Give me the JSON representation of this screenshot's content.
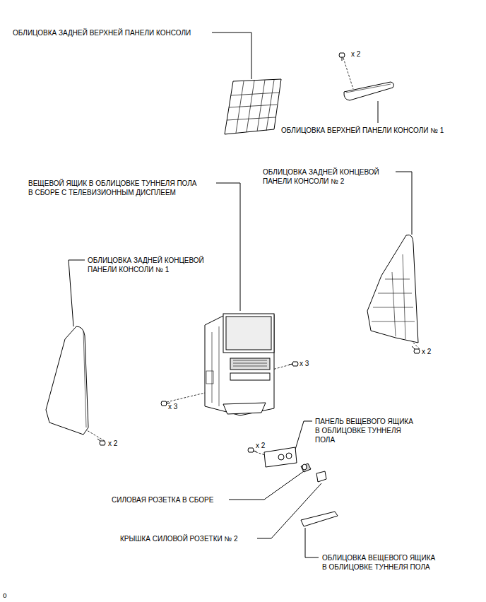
{
  "diagram": {
    "labels": [
      "ОБЛИЦОВКА ЗАДНЕЙ ВЕРХНЕЙ ПАНЕЛИ КОНСОЛИ",
      "x 2",
      "ОБЛИЦОВКА ВЕРХНЕЙ ПАНЕЛИ КОНСОЛИ № 1",
      "ОБЛИЦОВКА ЗАДНЕЙ КОНЦЕВОЙ ПАНЕЛИ КОНСОЛИ № 2",
      "ВЕЩЕВОЙ ЯЩИК В ОБЛИЦОВКЕ ТУННЕЛЯ ПОЛА В СБОРЕ С ТЕЛЕВИЗИОННЫМ ДИСПЛЕЕМ",
      "ОБЛИЦОВКА ЗАДНЕЙ КОНЦЕВОЙ ПАНЕЛИ КОНСОЛИ № 1",
      "x 3",
      "x 2",
      "x 3",
      "ПАНЕЛЬ ВЕЩЕВОГО ЯЩИКА В ОБЛИЦОВКЕ ТУННЕЛЯ ПОЛА",
      "x 2",
      "x 2",
      "СИЛОВАЯ РОЗЕТКА В СБОРЕ",
      "КРЫШКА СИЛОВОЙ РОЗЕТКИ № 2",
      "ОБЛИЦОВКА ВЕЩЕВОГО ЯЩИКА В ОБЛИЦОВКЕ ТУННЕЛЯ ПОЛА",
      "o"
    ]
  }
}
